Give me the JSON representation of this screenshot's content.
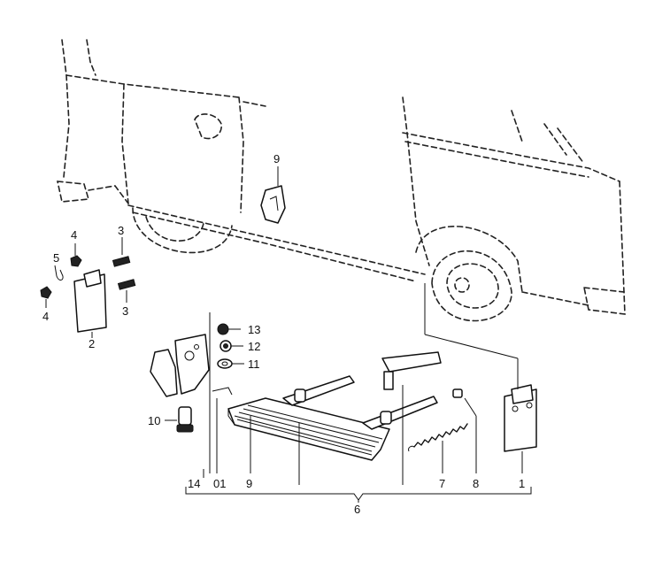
{
  "labels": {
    "n1": "1",
    "n2": "2",
    "n3a": "3",
    "n3b": "3",
    "n4a": "4",
    "n4b": "4",
    "n5": "5",
    "n6": "6",
    "n7": "7",
    "n8": "8",
    "n9top": "9",
    "n9bottom": "9",
    "n10": "10",
    "n11": "11",
    "n12": "12",
    "n13": "13",
    "n14": "14",
    "n01": "01"
  },
  "colors": {
    "ink": "#111111",
    "background": "#ffffff"
  }
}
